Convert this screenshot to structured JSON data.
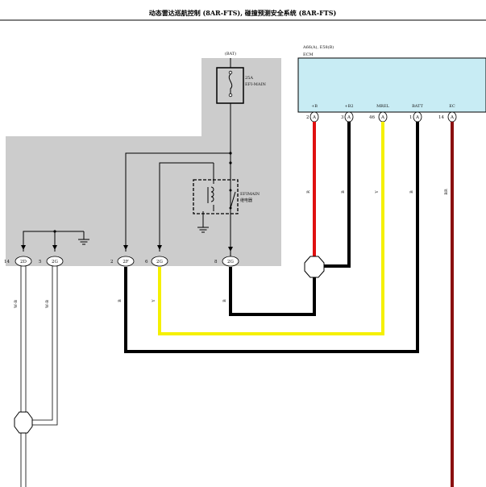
{
  "header": {
    "title": "动态雷达巡航控制 (8AR-FTS), 碰撞预测安全系统 (8AR-FTS)"
  },
  "bat_label": "(BAT)",
  "fuse": {
    "rating": "25A",
    "name": "EFI-MAIN"
  },
  "relay": {
    "name": "EFIMAIN",
    "name_cn": "继电器"
  },
  "ecm": {
    "connector_ref": "A66(A), E58(B)",
    "name": "ECM",
    "terminals": [
      {
        "label": "+B",
        "pin": "2",
        "conn": "A"
      },
      {
        "label": "+B2",
        "pin": "3",
        "conn": "A"
      },
      {
        "label": "MREL",
        "pin": "46",
        "conn": "A"
      },
      {
        "label": "BATT",
        "pin": "1",
        "conn": "A"
      },
      {
        "label": "EC",
        "pin": "14",
        "conn": "A"
      }
    ]
  },
  "bottom_connectors": [
    {
      "pin": "14",
      "conn": "2D"
    },
    {
      "pin": "5",
      "conn": "2G"
    },
    {
      "pin": "2",
      "conn": "2F"
    },
    {
      "pin": "6",
      "conn": "2G"
    },
    {
      "pin": "8",
      "conn": "2G"
    }
  ],
  "wire_colors": {
    "ecm_plus_b": "R",
    "ecm_plus_b2": "B",
    "ecm_mrel": "Y",
    "ecm_batt": "B",
    "ecm_ec": "BR",
    "conn_2f": "B",
    "conn_6_2g": "Y",
    "conn_8_2g": "B",
    "left_1": "W-B",
    "left_2": "W-B"
  },
  "colors": {
    "red": "#e01010",
    "black": "#000000",
    "yellow": "#f5f000",
    "brown": "#8b1010",
    "ecm_fill": "#c8ecf4",
    "junction_fill": "#cccccc"
  }
}
